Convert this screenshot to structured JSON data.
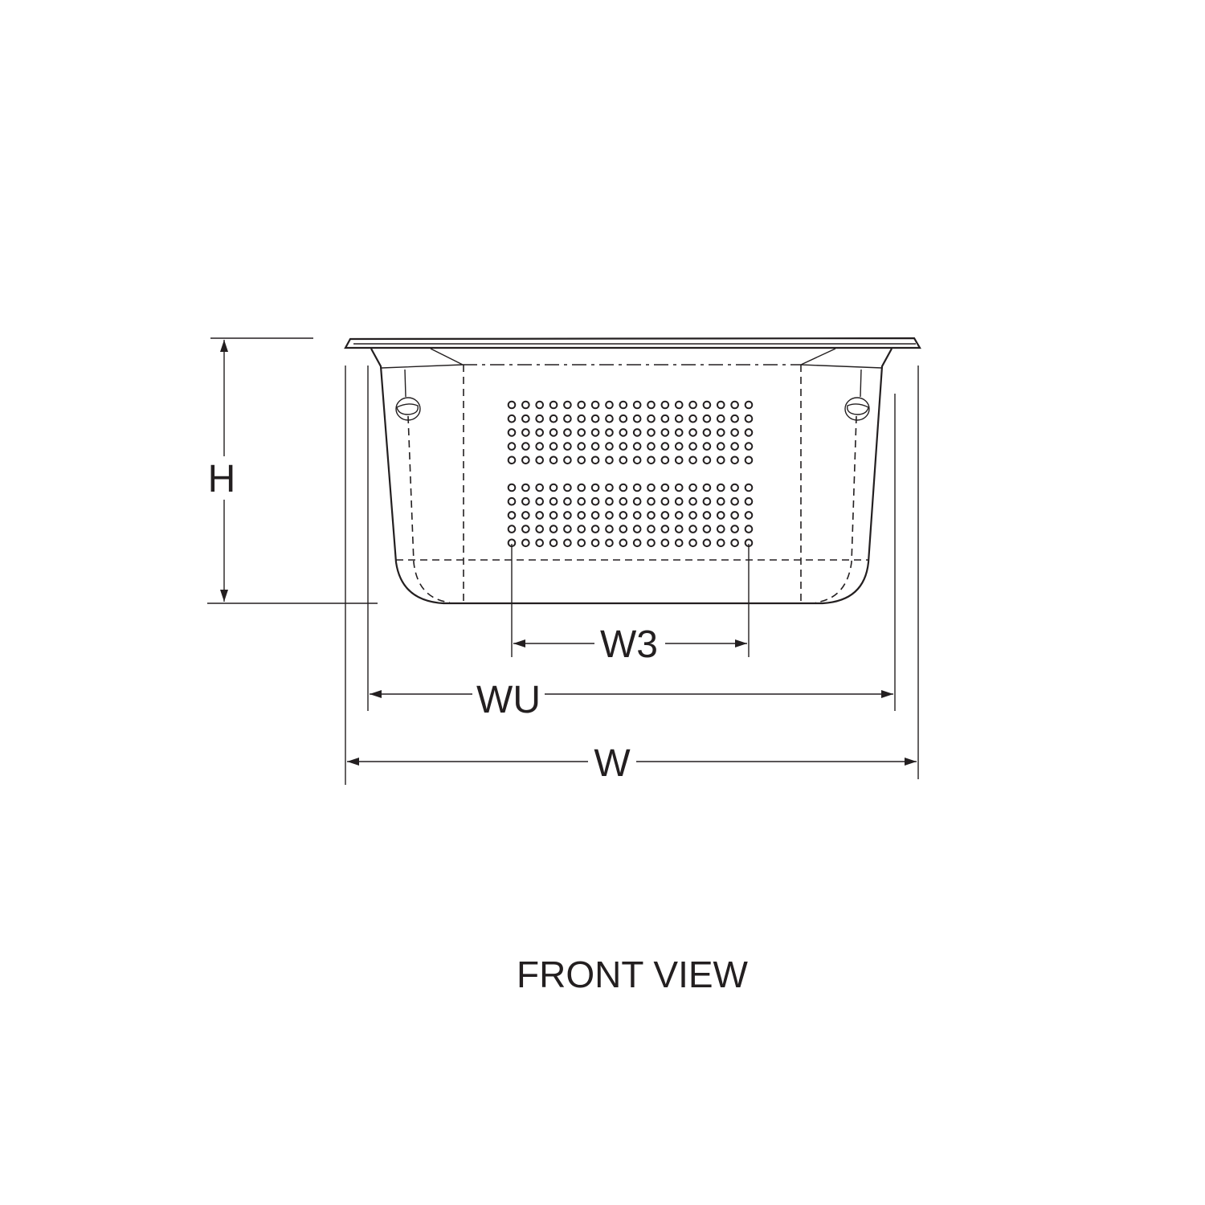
{
  "dimensions": {
    "height_label": "H",
    "w3_label": "W3",
    "wu_label": "WU",
    "w_label": "W"
  },
  "caption": "FRONT VIEW",
  "perforation": {
    "columns": 18,
    "rows_per_group": 5,
    "groups": 2
  },
  "line_color": "#231f20"
}
